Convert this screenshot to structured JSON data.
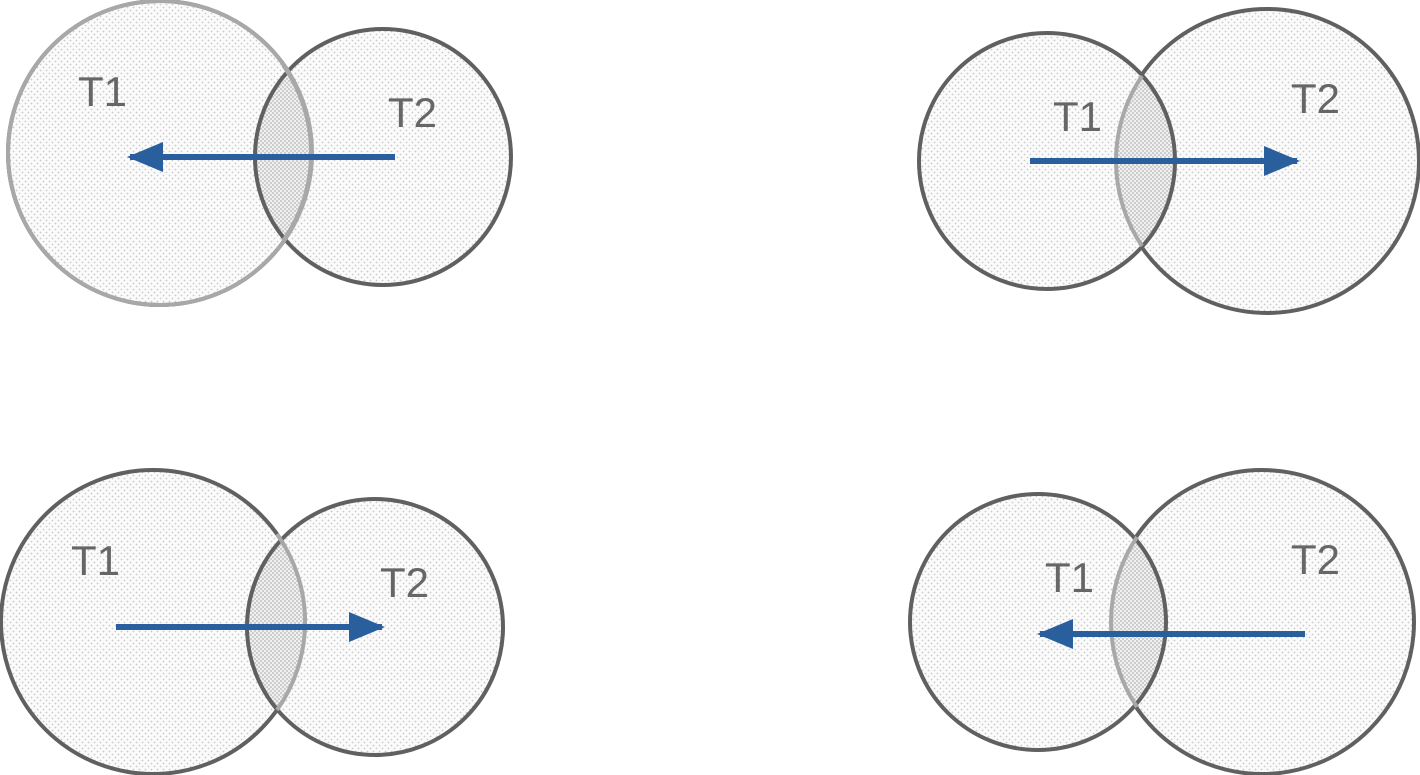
{
  "colors": {
    "circle_stroke": "#606060",
    "overlap_stroke": "#a8a8a8",
    "circle_fill_dots": "#c9c9c9",
    "label_text": "#666666",
    "arrow": "#2a5f9e"
  },
  "panels": [
    {
      "small": "T1",
      "large": "T2",
      "larger_circle": "T1",
      "arrow_direction": "toward T1"
    },
    {
      "small": "T1",
      "large": "T2",
      "larger_circle": "T2",
      "arrow_direction": "toward T2"
    },
    {
      "small": "T1",
      "large": "T2",
      "larger_circle": "T1",
      "arrow_direction": "toward T2"
    },
    {
      "small": "T1",
      "large": "T2",
      "larger_circle": "T2",
      "arrow_direction": "toward T1"
    }
  ]
}
